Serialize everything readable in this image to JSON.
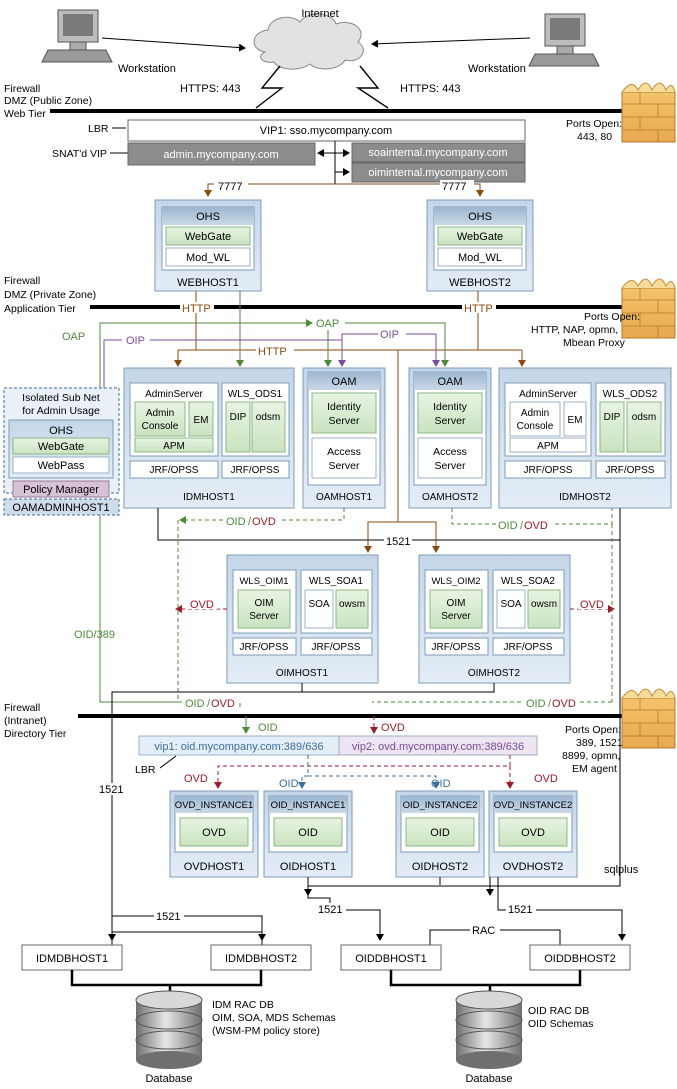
{
  "internet": "Internet",
  "workstation_left": "Workstation",
  "workstation_right": "Workstation",
  "https_left": "HTTPS: 443",
  "https_right": "HTTPS: 443",
  "fw1": {
    "l1": "Firewall",
    "l2": "DMZ (Public Zone)",
    "l3": "Web Tier"
  },
  "fw2": {
    "l1": "Firewall",
    "l2": "DMZ (Private Zone)",
    "l3": "Application Tier"
  },
  "fw3": {
    "l1": "Firewall",
    "l2": "(Intranet)",
    "l3": "Directory Tier"
  },
  "ports1": {
    "l1": "Ports Open:",
    "l2": "443, 80"
  },
  "ports2": {
    "l1": "Ports Open:",
    "l2": "HTTP, NAP, opmn,",
    "l3": "Mbean Proxy"
  },
  "ports3": {
    "l1": "Ports Open:",
    "l2": "389, 1521",
    "l3": "8899, opmn,",
    "l4": "EM agent"
  },
  "lbr_label": "LBR",
  "vip1": "VIP1: sso.mycompany.com",
  "snat_label": "SNAT'd VIP",
  "admin_vip": "admin.mycompany.com",
  "soa_vip": "soainternal.mycompany.com",
  "oim_vip": "oiminternal.mycompany.com",
  "port7777a": "7777",
  "port7777b": "7777",
  "ohs": "OHS",
  "webgate": "WebGate",
  "modwl": "Mod_WL",
  "webhost1": "WEBHOST1",
  "webhost2": "WEBHOST2",
  "http": "HTTP",
  "oap": "OAP",
  "oip": "OIP",
  "isolated": {
    "l1": "Isolated Sub Net",
    "l2": "for Admin Usage"
  },
  "webpass": "WebPass",
  "policy_manager": "Policy Manager",
  "oamadminhost1": "OAMADMINHOST1",
  "adminserver": "AdminServer",
  "admin_console": {
    "l1": "Admin",
    "l2": "Console"
  },
  "em": "EM",
  "apm": "APM",
  "wls_ods1": "WLS_ODS1",
  "wls_ods2": "WLS_ODS2",
  "dip": "DIP",
  "odsm": "odsm",
  "jrf": "JRF/OPSS",
  "idmhost1": "IDMHOST1",
  "idmhost2": "IDMHOST2",
  "oam": "OAM",
  "identity_server": {
    "l1": "Identity",
    "l2": "Server"
  },
  "access_server": {
    "l1": "Access",
    "l2": "Server"
  },
  "oamhost1": "OAMHOST1",
  "oamhost2": "OAMHOST2",
  "oid_ovd": {
    "oid": "OID",
    "slash": "/",
    "ovd": "OVD"
  },
  "port1521": "1521",
  "ovd": "OVD",
  "oid": "OID",
  "wls_oim1": "WLS_OIM1",
  "wls_oim2": "WLS_OIM2",
  "wls_soa1": "WLS_SOA1",
  "wls_soa2": "WLS_SOA2",
  "oim_server": {
    "l1": "OIM",
    "l2": "Server"
  },
  "soa": "SOA",
  "owsm": "owsm",
  "oimhost1": "OIMHOST1",
  "oimhost2": "OIMHOST2",
  "oid389": "OID/389",
  "vip_oid": "vip1: oid.mycompany.com:389/636",
  "vip_ovd": "vip2: ovd.mycompany.com:389/636",
  "ovd_instance1": "OVD_INSTANCE1",
  "ovd_instance2": "OVD_INSTANCE2",
  "oid_instance1": "OID_INSTANCE1",
  "oid_instance2": "OID_INSTANCE2",
  "ovdhost1": "OVDHOST1",
  "ovdhost2": "OVDHOST2",
  "oidhost1": "OIDHOST1",
  "oidhost2": "OIDHOST2",
  "sqlplus": "sqlplus",
  "rac": "RAC",
  "idmdbhost1": "IDMDBHOST1",
  "idmdbhost2": "IDMDBHOST2",
  "oiddbhost1": "OIDDBHOST1",
  "oiddbhost2": "OIDDBHOST2",
  "idm_db": {
    "l1": "IDM RAC DB",
    "l2": "OIM, SOA, MDS Schemas",
    "l3": "(WSM-PM policy store)"
  },
  "oid_db": {
    "l1": "OID RAC DB",
    "l2": "OID Schemas"
  },
  "database_left": "Database",
  "database_right": "Database",
  "colors": {
    "green_flow": "#4f8a3c",
    "purple_flow": "#7a4c9a",
    "brown_flow": "#8b4a12",
    "red_flow": "#9b1b2a",
    "blue_flow": "#3d6f9c",
    "host_fill": "#d4e2ef",
    "component_fill": "#d9ecd3",
    "gray_bar": "#8c8c8c"
  }
}
